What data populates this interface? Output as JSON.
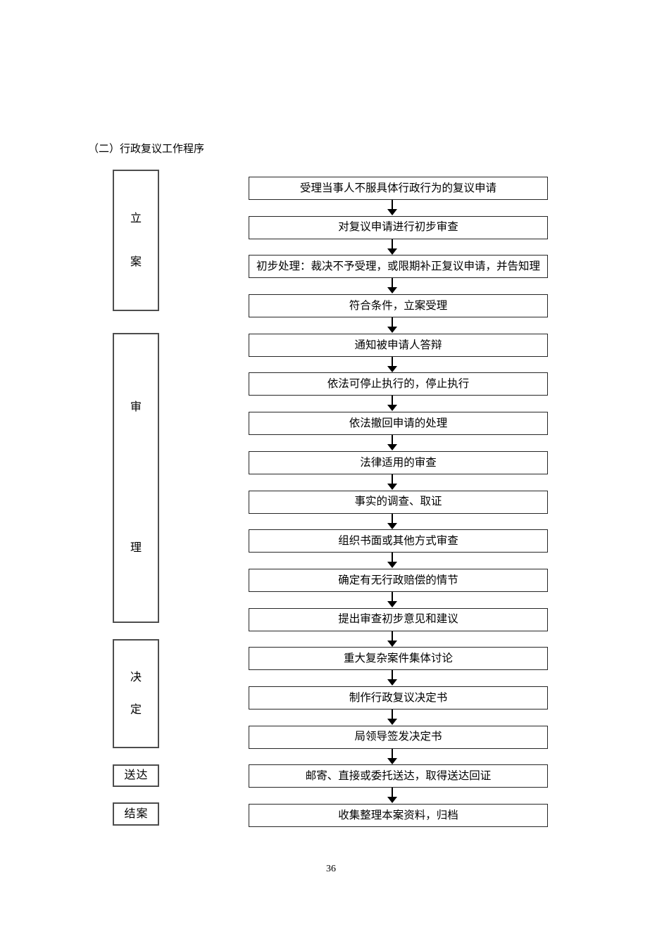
{
  "title": "（二）行政复议工作程序",
  "page_number": "36",
  "colors": {
    "background": "#ffffff",
    "text": "#000000",
    "flow_box_border": "#262626",
    "stage_box_border": "#4d4d4d",
    "arrow": "#000000"
  },
  "flowchart": {
    "stages": [
      {
        "id": "filing",
        "label": "立案"
      },
      {
        "id": "review",
        "label": "审理"
      },
      {
        "id": "decision",
        "label": "决定"
      },
      {
        "id": "delivery",
        "label": "送达"
      },
      {
        "id": "closing",
        "label": "结案"
      }
    ],
    "steps": [
      "受理当事人不服具体行政行为的复议申请",
      "对复议申请进行初步审查",
      "初步处理：裁决不予受理，或限期补正复议申请，并告知理",
      "符合条件，立案受理",
      "通知被申请人答辩",
      "依法可停止执行的，停止执行",
      "依法撤回申请的处理",
      "法律适用的审查",
      "事实的调查、取证",
      "组织书面或其他方式审查",
      "确定有无行政赔偿的情节",
      "提出审查初步意见和建议",
      "重大复杂案件集体讨论",
      "制作行政复议决定书",
      "局领导签发决定书",
      "邮寄、直接或委托送达，取得送达回证",
      "收集整理本案资料，归档"
    ]
  }
}
